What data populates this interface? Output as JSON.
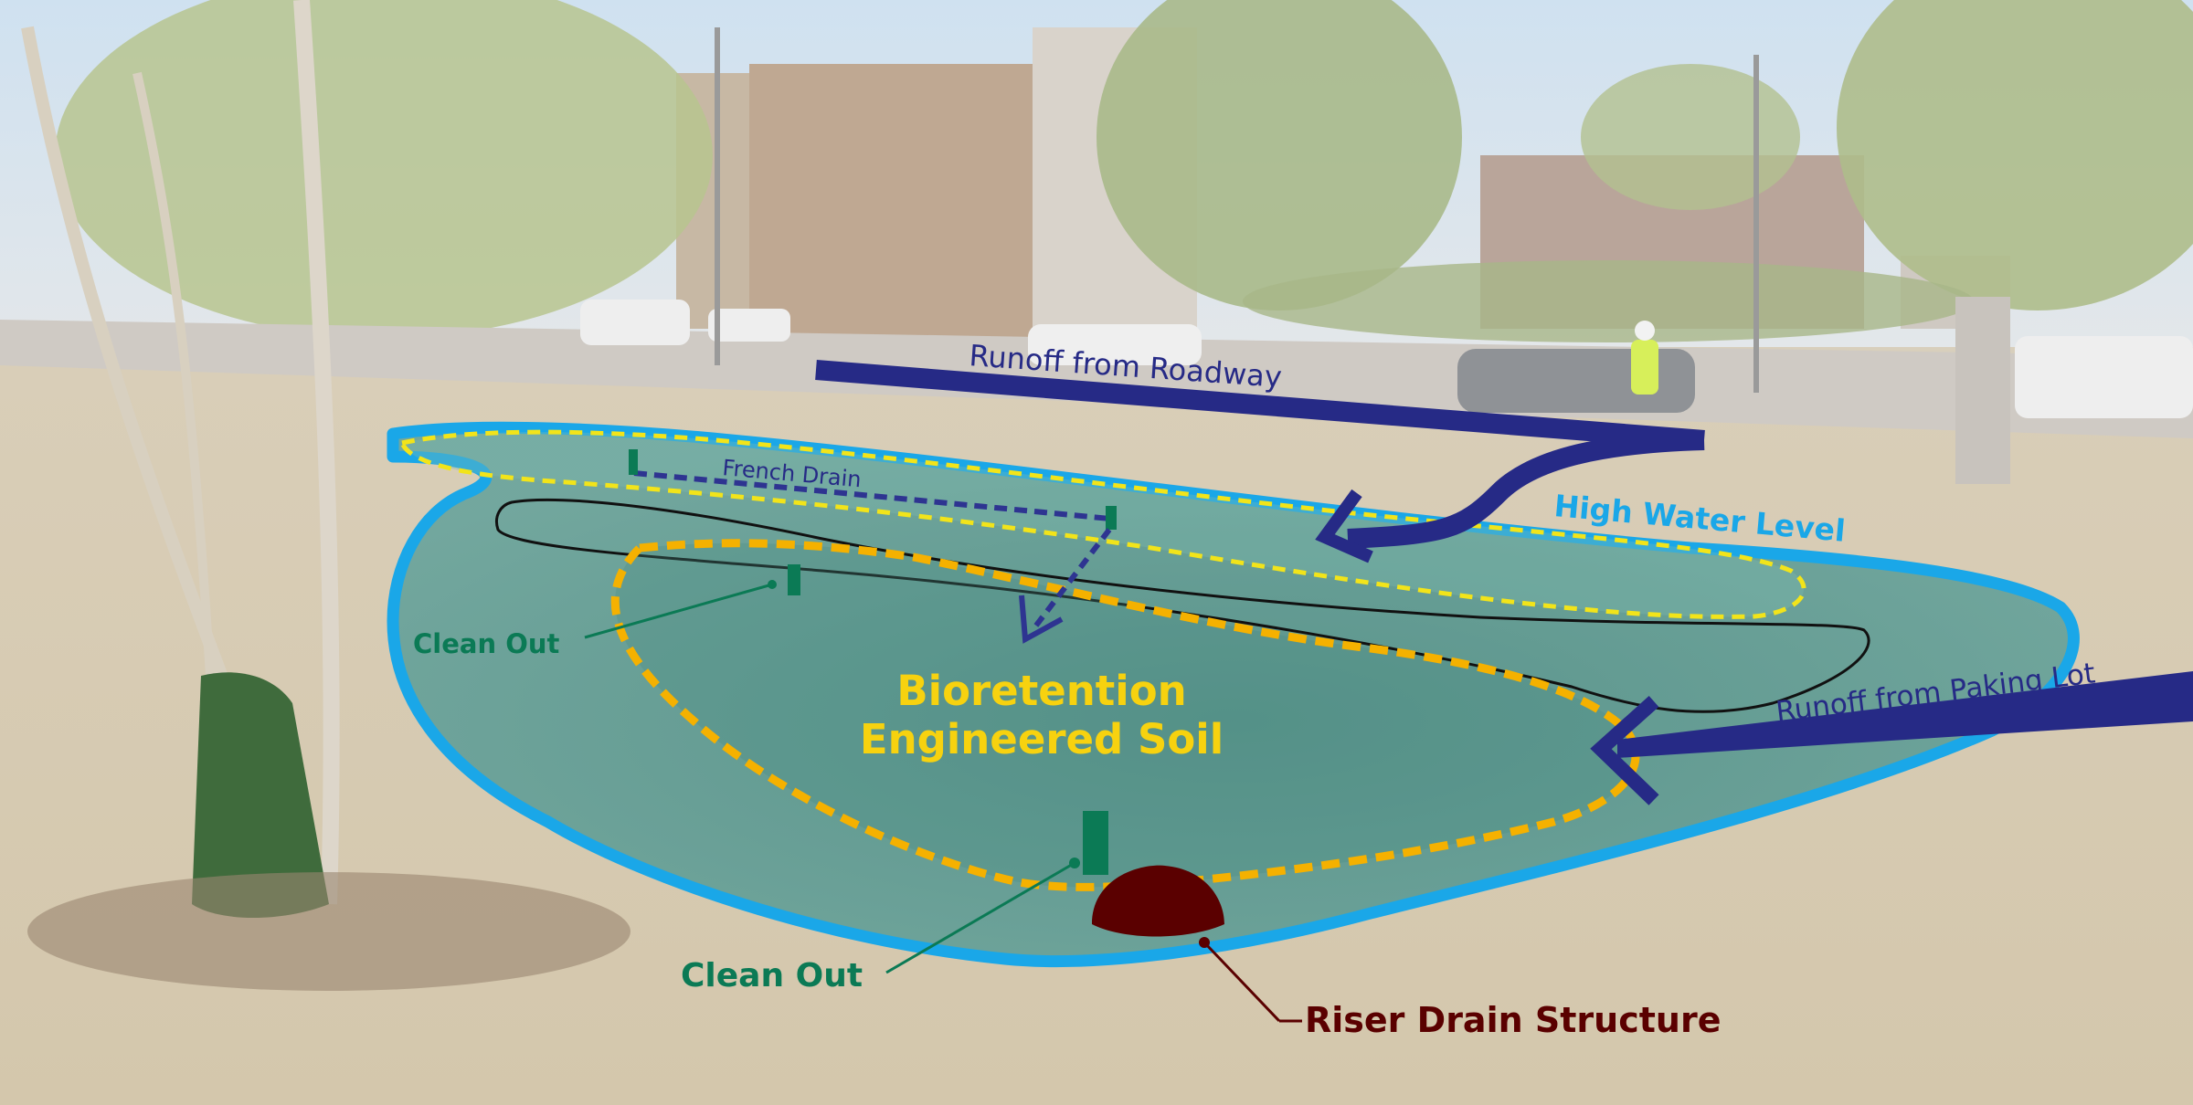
{
  "labels": {
    "runoff_roadway": "Runoff from Roadway",
    "runoff_parking": "Runoff from Paking Lot",
    "high_water": "High Water Level",
    "french_drain": "French Drain",
    "clean_out_left": "Clean Out",
    "clean_out_bottom": "Clean Out",
    "soil_line1": "Bioretention",
    "soil_line2": "Engineered Soil",
    "riser": "Riser Drain Structure"
  },
  "colors": {
    "high_water": "#1aa7e8",
    "ponding_zone": "#f2e41a",
    "soil_zone": "#f5b100",
    "runoff_arrow": "#262a86",
    "french_drain": "#2e3491",
    "clean_out": "#0b7a55",
    "riser": "#5a0000",
    "soil_text": "#f7d20f"
  }
}
